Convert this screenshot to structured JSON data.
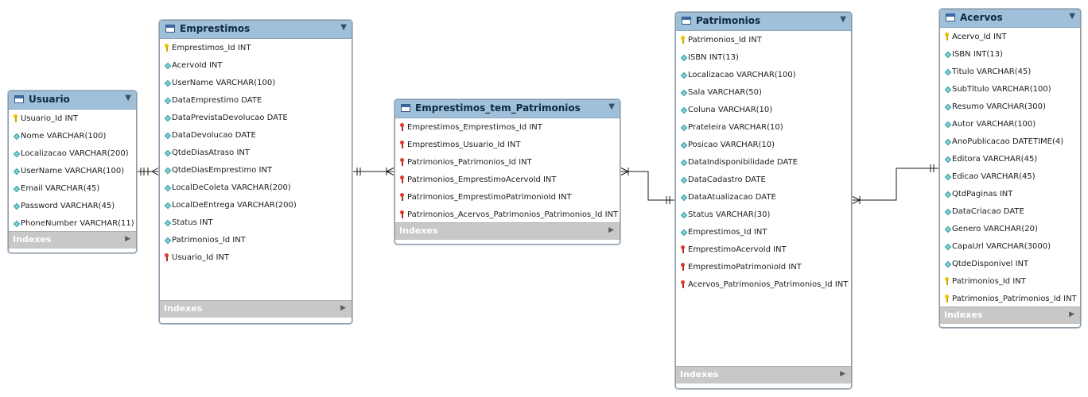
{
  "tables": {
    "usuario": {
      "name": "Usuario",
      "indexes_label": "Indexes",
      "columns": [
        {
          "text": "Usuario_Id INT",
          "kind": "pk"
        },
        {
          "text": "Nome VARCHAR(100)",
          "kind": "col"
        },
        {
          "text": "Localizacao VARCHAR(200)",
          "kind": "col"
        },
        {
          "text": "UserName VARCHAR(100)",
          "kind": "col"
        },
        {
          "text": "Email VARCHAR(45)",
          "kind": "col"
        },
        {
          "text": "Password VARCHAR(45)",
          "kind": "col"
        },
        {
          "text": "PhoneNumber VARCHAR(11)",
          "kind": "col"
        }
      ]
    },
    "emprestimos": {
      "name": "Emprestimos",
      "indexes_label": "Indexes",
      "columns": [
        {
          "text": "Emprestimos_Id INT",
          "kind": "pk"
        },
        {
          "text": "AcervoId INT",
          "kind": "col"
        },
        {
          "text": "UserName VARCHAR(100)",
          "kind": "col"
        },
        {
          "text": "DataEmprestimo DATE",
          "kind": "col"
        },
        {
          "text": "DataPrevistaDevolucao DATE",
          "kind": "col"
        },
        {
          "text": "DataDevolucao DATE",
          "kind": "col"
        },
        {
          "text": "QtdeDiasAtraso INT",
          "kind": "col"
        },
        {
          "text": "QtdeDiasEmprestimo INT",
          "kind": "col"
        },
        {
          "text": "LocalDeColeta VARCHAR(200)",
          "kind": "col"
        },
        {
          "text": "LocalDeEntrega VARCHAR(200)",
          "kind": "col"
        },
        {
          "text": "Status INT",
          "kind": "col"
        },
        {
          "text": "Patrimonios_Id INT",
          "kind": "col"
        },
        {
          "text": "Usuario_Id INT",
          "kind": "fk"
        }
      ]
    },
    "emprestimos_tem_patrimonios": {
      "name": "Emprestimos_tem_Patrimonios",
      "indexes_label": "Indexes",
      "columns": [
        {
          "text": "Emprestimos_Emprestimos_Id INT",
          "kind": "fk"
        },
        {
          "text": "Emprestimos_Usuario_Id INT",
          "kind": "fk"
        },
        {
          "text": "Patrimonios_Patrimonios_Id INT",
          "kind": "fk"
        },
        {
          "text": "Patrimonios_EmprestimoAcervoId INT",
          "kind": "fk"
        },
        {
          "text": "Patrimonios_EmprestimoPatrimonioId INT",
          "kind": "fk"
        },
        {
          "text": "Patrimonios_Acervos_Patrimonios_Patrimonios_Id INT",
          "kind": "fk"
        }
      ]
    },
    "patrimonios": {
      "name": "Patrimonios",
      "indexes_label": "Indexes",
      "columns": [
        {
          "text": "Patrimonios_Id INT",
          "kind": "pk"
        },
        {
          "text": "ISBN INT(13)",
          "kind": "col"
        },
        {
          "text": "Localizacao VARCHAR(100)",
          "kind": "col"
        },
        {
          "text": "Sala VARCHAR(50)",
          "kind": "col"
        },
        {
          "text": "Coluna VARCHAR(10)",
          "kind": "col"
        },
        {
          "text": "Prateleira VARCHAR(10)",
          "kind": "col"
        },
        {
          "text": "Posicao VARCHAR(10)",
          "kind": "col"
        },
        {
          "text": "DataIndisponibilidade DATE",
          "kind": "col"
        },
        {
          "text": "DataCadastro DATE",
          "kind": "col"
        },
        {
          "text": "DataAtualizacao DATE",
          "kind": "col"
        },
        {
          "text": "Status VARCHAR(30)",
          "kind": "col"
        },
        {
          "text": "Emprestimos_Id INT",
          "kind": "col"
        },
        {
          "text": "EmprestimoAcervoId INT",
          "kind": "fk"
        },
        {
          "text": "EmprestimoPatrimonioId INT",
          "kind": "fk"
        },
        {
          "text": "Acervos_Patrimonios_Patrimonios_Id INT",
          "kind": "fk"
        }
      ]
    },
    "acervos": {
      "name": "Acervos",
      "indexes_label": "Indexes",
      "columns": [
        {
          "text": "Acervo_Id INT",
          "kind": "pk"
        },
        {
          "text": "ISBN INT(13)",
          "kind": "col"
        },
        {
          "text": "Titulo VARCHAR(45)",
          "kind": "col"
        },
        {
          "text": "SubTitulo VARCHAR(100)",
          "kind": "col"
        },
        {
          "text": "Resumo VARCHAR(300)",
          "kind": "col"
        },
        {
          "text": "Autor VARCHAR(100)",
          "kind": "col"
        },
        {
          "text": "AnoPublicacao DATETIME(4)",
          "kind": "col"
        },
        {
          "text": "Editora VARCHAR(45)",
          "kind": "col"
        },
        {
          "text": "Edicao VARCHAR(45)",
          "kind": "col"
        },
        {
          "text": "QtdPaginas INT",
          "kind": "col"
        },
        {
          "text": "DataCriacao DATE",
          "kind": "col"
        },
        {
          "text": "Genero VARCHAR(20)",
          "kind": "col"
        },
        {
          "text": "CapaUrl VARCHAR(3000)",
          "kind": "col"
        },
        {
          "text": "QtdeDisponivel INT",
          "kind": "col"
        },
        {
          "text": "Patrimonios_Id INT",
          "kind": "pk"
        },
        {
          "text": "Patrimonios_Patrimonios_Id INT",
          "kind": "pk"
        }
      ]
    }
  },
  "icons": {
    "table": "table-icon",
    "primary_key": "key-icon",
    "foreign_key": "foreign-key-icon",
    "column": "column-diamond-icon",
    "collapse": "triangle-down-icon",
    "expand": "triangle-right-icon"
  },
  "colors": {
    "header": "#9ec0da",
    "indexes_bar": "#c8c8c8",
    "primary_key": "#f0c400",
    "foreign_key": "#dd3b32",
    "column_marker": "#7ad2d6"
  }
}
